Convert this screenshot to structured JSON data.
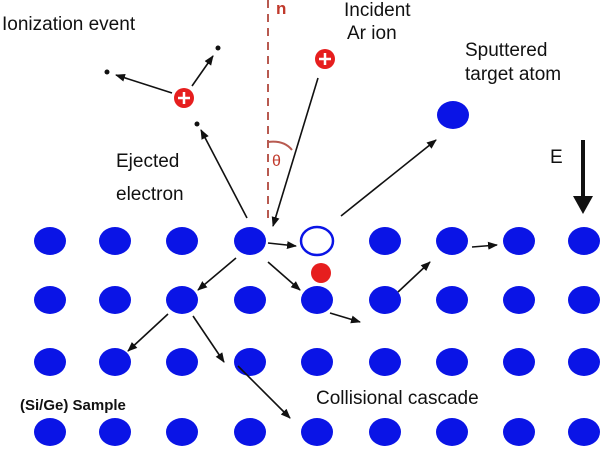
{
  "colors": {
    "atom": "#0a14e6",
    "ion": "#e61e1e",
    "normal": "#b85a50",
    "arrow": "#111111",
    "text": "#111111"
  },
  "labels": {
    "ionization_event": "Ionization event",
    "normal": "n",
    "incident_line1": "Incident",
    "incident_line2": "Ar ion",
    "sputtered_line1": "Sputtered",
    "sputtered_line2": "target atom",
    "theta": "θ",
    "ejected_line1": "Ejected",
    "ejected_line2": "electron",
    "field": "E",
    "sample": "(Si/Ge) Sample",
    "cascade": "Collisional cascade"
  },
  "lattice": {
    "rows": 4,
    "columns": 9,
    "vacancy": {
      "row": 1,
      "column": 5
    }
  },
  "icons": {
    "ion": "ion-plus-icon",
    "electron": "electron-dot-icon",
    "atom": "atom-circle-icon",
    "vacancy": "vacancy-ring-icon"
  }
}
